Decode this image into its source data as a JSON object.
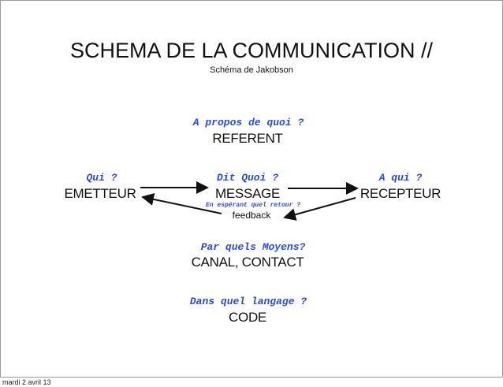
{
  "title": "SCHEMA DE LA COMMUNICATION //",
  "subtitle": "Schéma de Jakobson",
  "referent": {
    "question": "A propos de quoi ?",
    "label": "REFERENT"
  },
  "emetteur": {
    "question": "Qui ?",
    "label": "EMETTEUR"
  },
  "message": {
    "question": "Dit Quoi ?",
    "label": "MESSAGE"
  },
  "recepteur": {
    "question": "A qui ?",
    "label": "RECEPTEUR"
  },
  "feedback": {
    "question": "En espérant quel retour ?",
    "label": "feedback"
  },
  "canal": {
    "question": "Par quels Moyens?",
    "label": "CANAL, CONTACT"
  },
  "code": {
    "question": "Dans quel langage ?",
    "label": "CODE"
  },
  "footer": "mardi 2 avril 13"
}
